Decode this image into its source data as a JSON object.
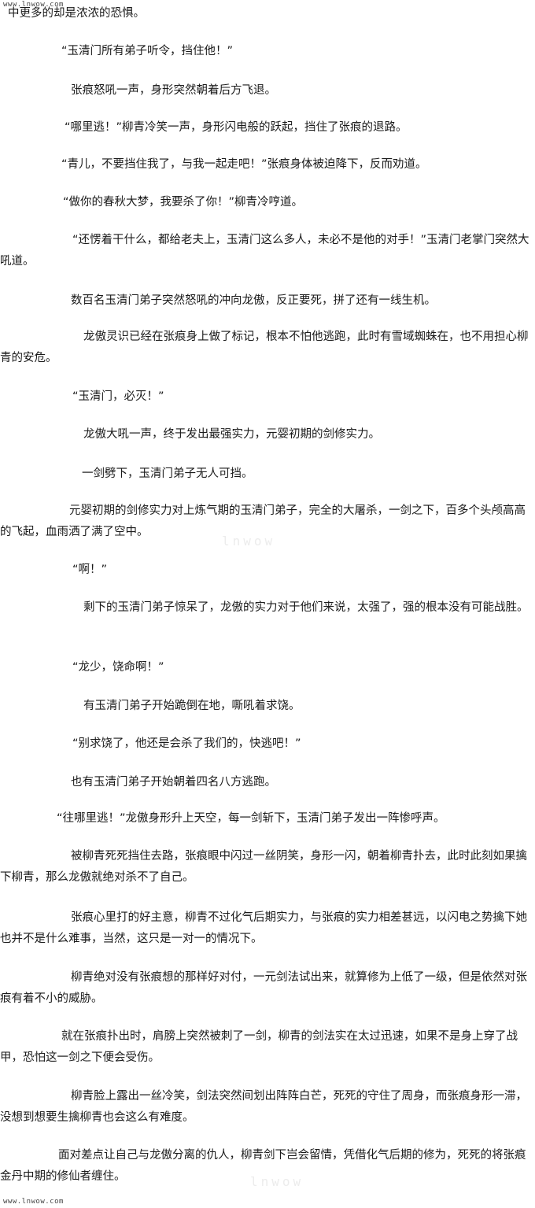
{
  "watermark": {
    "top": "www.lnwow.com",
    "bottom": "www.lnwow.com"
  },
  "faint_watermarks": [
    "lnwow",
    "lnwow"
  ],
  "paragraphs": [
    "中更多的却是浓浓的恐惧。",
    "“玉清门所有弟子听令，挡住他！”",
    "张痕怒吼一声，身形突然朝着后方飞退。",
    "“哪里逃！”柳青冷笑一声，身形闪电般的跃起，挡住了张痕的退路。",
    "“青儿，不要挡住我了，与我一起走吧！”张痕身体被迫降下，反而劝道。",
    "“做你的春秋大梦，我要杀了你！”柳青冷哼道。",
    "“还愣着干什么，都给老夫上，玉清门这么多人，未必不是他的对手！”玉清门老掌门突然大吼道。",
    "数百名玉清门弟子突然怒吼的冲向龙傲，反正要死，拼了还有一线生机。",
    "龙傲灵识已经在张痕身上做了标记，根本不怕他逃跑，此时有雪域蜘蛛在，也不用担心柳青的安危。",
    "“玉清门，必灭！”",
    "龙傲大吼一声，终于发出最强实力，元婴初期的剑修实力。",
    "一剑劈下，玉清门弟子无人可挡。",
    "元婴初期的剑修实力对上炼气期的玉清门弟子，完全的大屠杀，一剑之下，百多个头颅高高的飞起，血雨洒了满了空中。",
    "“啊！”",
    "剩下的玉清门弟子惊呆了，龙傲的实力对于他们来说，太强了，强的根本没有可能战胜。",
    "“龙少，饶命啊！”",
    "有玉清门弟子开始跪倒在地，嘶吼着求饶。",
    "“别求饶了，他还是会杀了我们的，快逃吧！”",
    "也有玉清门弟子开始朝着四名八方逃跑。",
    "“往哪里逃！”龙傲身形升上天空，每一剑斩下，玉清门弟子发出一阵惨呼声。",
    "被柳青死死挡住去路，张痕眼中闪过一丝阴笑，身形一闪，朝着柳青扑去，此时此刻如果擒下柳青，那么龙傲就绝对杀不了自己。",
    "张痕心里打的好主意，柳青不过化气后期实力，与张痕的实力相差甚远，以闪电之势擒下她也并不是什么难事，当然，这只是一对一的情况下。",
    "柳青绝对没有张痕想的那样好对付，一元剑法试出来，就算修为上低了一级，但是依然对张痕有着不小的威胁。",
    "就在张痕扑出时，肩膀上突然被刺了一剑，柳青的剑法实在太过迅速，如果不是身上穿了战甲，恐怕这一剑之下便会受伤。",
    "柳青脸上露出一丝冷笑，剑法突然间划出阵阵白芒，死死的守住了周身，而张痕身形一滞，没想到想要生擒柳青也会这么有难度。",
    "面对差点让自己与龙傲分离的仇人，柳青剑下岂会留情，凭借化气后期的修为，死死的将张痕金丹中期的修仙者缠住。"
  ]
}
